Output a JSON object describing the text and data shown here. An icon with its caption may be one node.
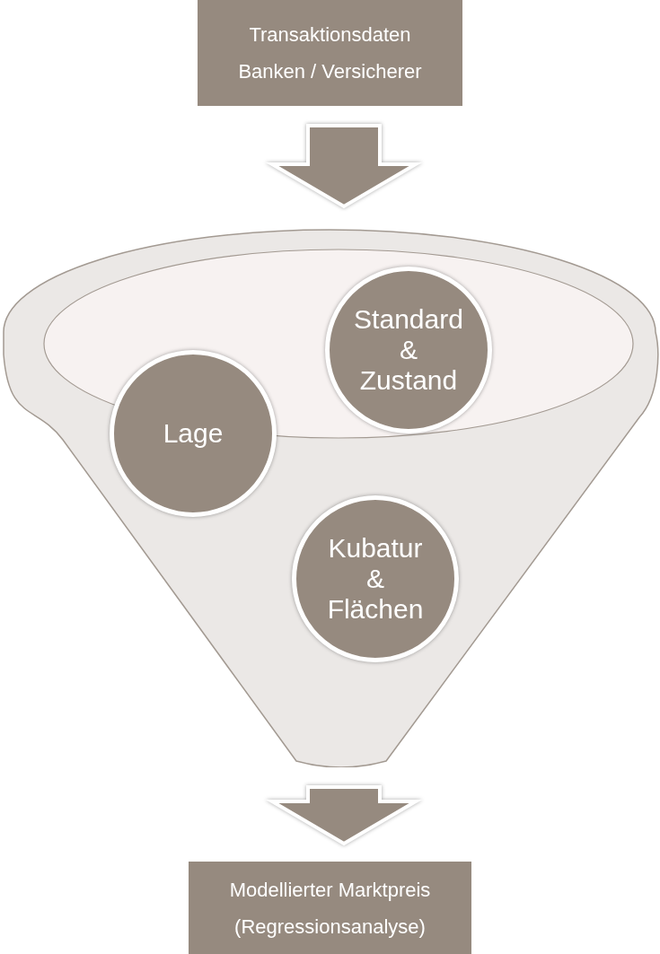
{
  "diagram": {
    "nodes": [
      {
        "text": [
          "Transaktionsdaten Banken / Versicherer"
        ]
      },
      {
        "text": [],
        "shape": "funnel"
      },
      {
        "text": [
          "Lage"
        ],
        "in": 1
      },
      {
        "text": [
          "Standard & Zustand"
        ],
        "in": 1
      },
      {
        "text": [
          "Kubatur & Flächen"
        ],
        "in": 1
      },
      {
        "text": [
          "Modellierter Marktpreis (Regressionsanalyse)"
        ]
      }
    ],
    "edges": [
      {
        "from": 0,
        "to": 1,
        "arrow": "to"
      },
      {
        "from": 1,
        "to": 5,
        "arrow": "to"
      }
    ]
  }
}
